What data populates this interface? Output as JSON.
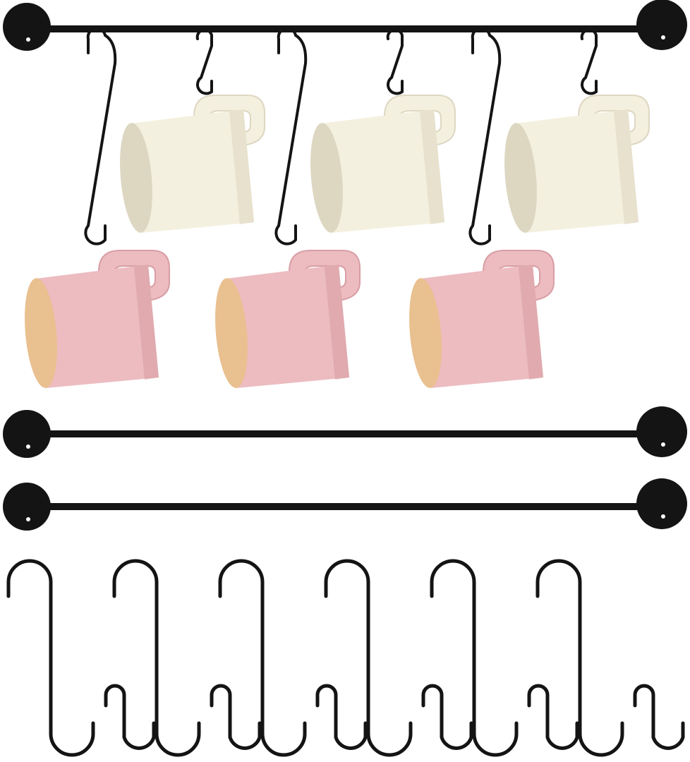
{
  "colors": {
    "background": "#ffffff",
    "metal": "#141414",
    "white_mug": "#f4f0df",
    "white_mug_shade": "#ddd7c2",
    "pink_mug": "#ecbcc0",
    "pink_mug_shade": "#d89ea4",
    "mug_interior": "#e9c08f"
  },
  "scene": {
    "rails": 3,
    "mugs_white": 3,
    "mugs_pink": 3,
    "loose_hooks_large": 6,
    "loose_hooks_small": 6
  }
}
